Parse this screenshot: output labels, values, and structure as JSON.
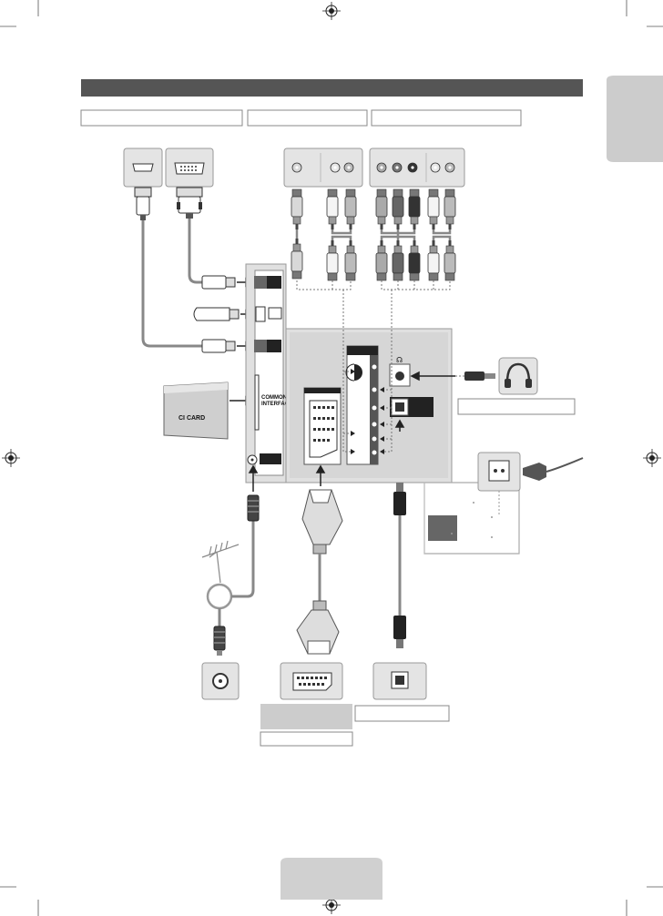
{
  "panel": {
    "port_label_lines": [
      "COMMON",
      "INTERFACE"
    ]
  },
  "ci_card": {
    "logo": "CI CARD"
  },
  "colors": {
    "header_bar": "#555555",
    "side_tab": "#cccccc",
    "panel_fill": "#e0e0e0",
    "dotted_line": "#777777",
    "cable": "#888888",
    "page_badge": "#d0d0d0"
  },
  "icons": [
    "registration-mark-icon",
    "hdmi-port-icon",
    "dvi-port-icon",
    "hdmi-plug-icon",
    "dvi-plug-icon",
    "usb-stick-icon",
    "ci-card-icon",
    "antenna-icon",
    "coax-plug-icon",
    "scart-plug-icon",
    "optical-plug-icon",
    "headphones-icon",
    "power-cord-icon",
    "rca-plug-icon",
    "scart-socket-icon"
  ]
}
